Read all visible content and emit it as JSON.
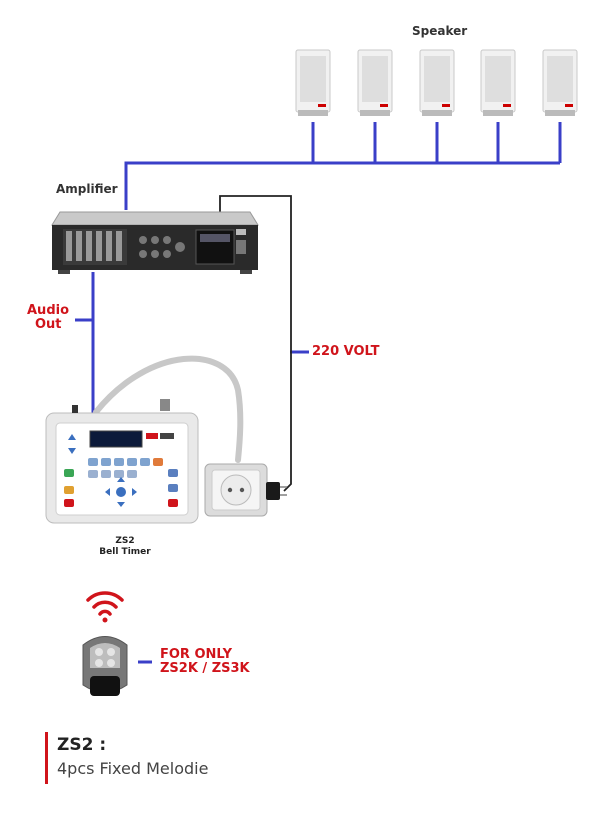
{
  "labels": {
    "speaker": "Speaker",
    "amplifier": "Amplifier",
    "audio_out_line1": "Audio",
    "audio_out_line2": "Out",
    "volt": "220 VOLT",
    "timer_model": "ZS2",
    "timer_name": "Bell Timer",
    "for_only_line1": "FOR ONLY",
    "for_only_line2": "ZS2K / ZS3K"
  },
  "info": {
    "title": "ZS2 :",
    "text": "4pcs Fixed Melodie"
  },
  "colors": {
    "wire_blue": "#3a3fc8",
    "accent_red": "#d0141b",
    "label_dark": "#333333"
  },
  "icons": [
    "speaker-icon",
    "amplifier-icon",
    "bell-timer-icon",
    "socket-icon",
    "wifi-icon",
    "remote-control-icon"
  ]
}
